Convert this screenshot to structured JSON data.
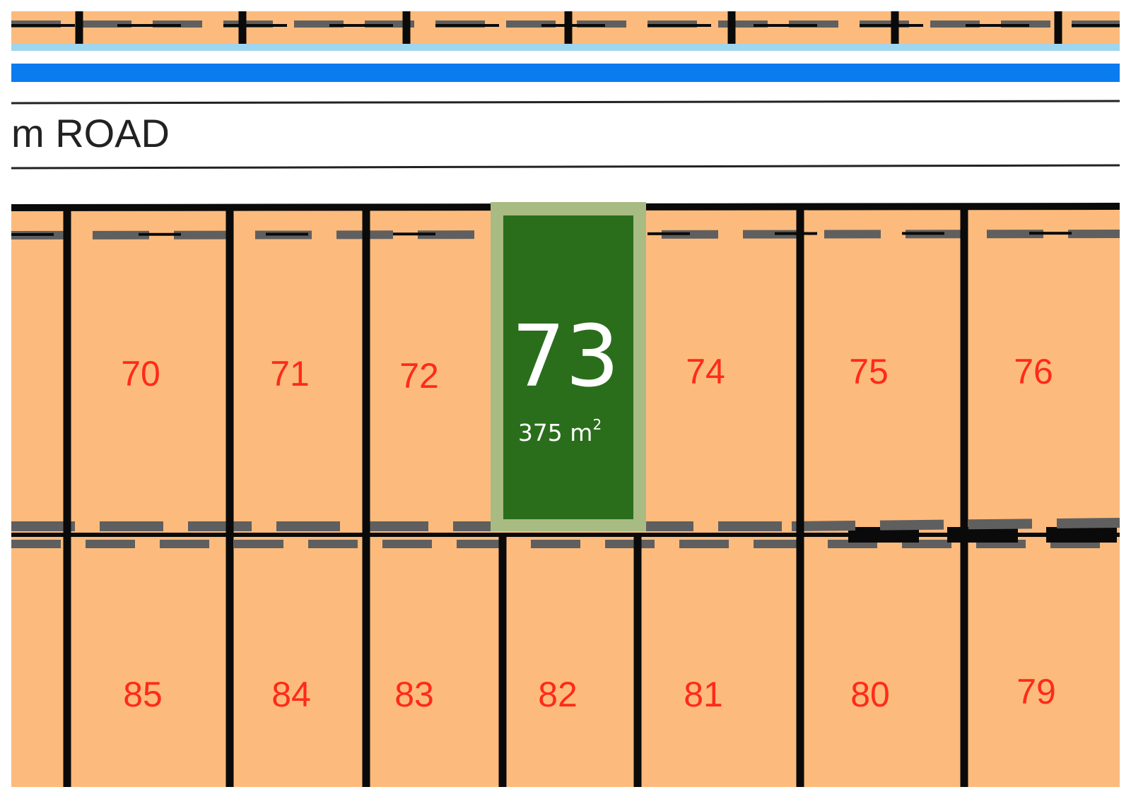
{
  "road": {
    "name": "m ROAD"
  },
  "highlighted_lot": {
    "number": "73",
    "area_value": "375 m",
    "area_exponent": "2"
  },
  "lots_top_row": [
    "70",
    "71",
    "72",
    "74",
    "75",
    "76"
  ],
  "lots_bottom_row": [
    "85",
    "84",
    "83",
    "82",
    "81",
    "80",
    "79"
  ],
  "colors": {
    "lot_fill": "#fcbb7c",
    "lot_number": "#ff2a1a",
    "boundary": "#0a0a0a",
    "easement_dash": "#5f5f5f",
    "waterway": "#0b7bf0",
    "waterway_edge": "#9fd5ee",
    "highlight_fill": "#2a6e1c",
    "highlight_border": "#a8bb83",
    "highlight_text": "#ffffff"
  }
}
